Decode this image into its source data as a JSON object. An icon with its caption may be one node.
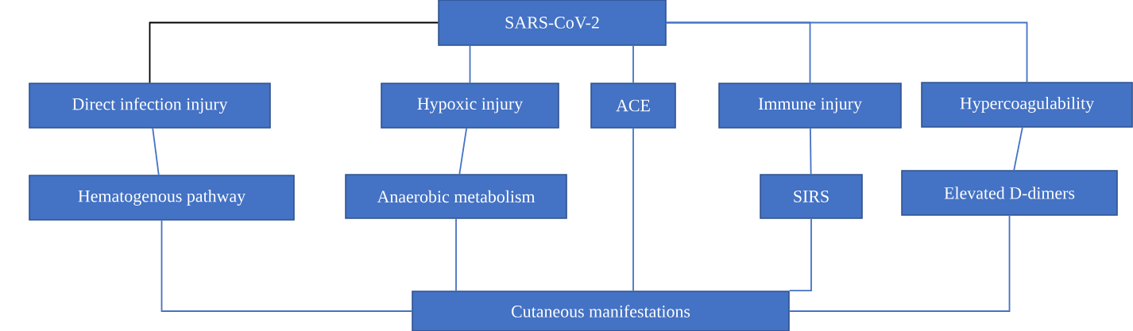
{
  "diagram": {
    "nodes": [
      {
        "text": [
          "SARS-CoV-2"
        ]
      },
      {
        "text": [
          "Direct infection injury"
        ]
      },
      {
        "text": [
          "Hypoxic injury"
        ]
      },
      {
        "text": [
          "ACE"
        ]
      },
      {
        "text": [
          "Immune injury"
        ]
      },
      {
        "text": [
          "Hypercoagulability"
        ]
      },
      {
        "text": [
          "Hematogenous pathway"
        ]
      },
      {
        "text": [
          "Anaerobic metabolism"
        ]
      },
      {
        "text": [
          "SIRS"
        ]
      },
      {
        "text": [
          "Elevated D-dimers"
        ]
      },
      {
        "text": [
          "Cutaneous manifestations"
        ]
      }
    ],
    "edges": [
      {
        "from": 0,
        "to": 1,
        "arrow": "none",
        "color": "#000000"
      },
      {
        "from": 0,
        "to": 2,
        "arrow": "none"
      },
      {
        "from": 0,
        "to": 3,
        "arrow": "none"
      },
      {
        "from": 0,
        "to": 4,
        "arrow": "none"
      },
      {
        "from": 0,
        "to": 5,
        "arrow": "none"
      },
      {
        "from": 1,
        "to": 6,
        "arrow": "none"
      },
      {
        "from": 2,
        "to": 7,
        "arrow": "none"
      },
      {
        "from": 4,
        "to": 8,
        "arrow": "none"
      },
      {
        "from": 5,
        "to": 9,
        "arrow": "none"
      },
      {
        "from": 6,
        "to": 10,
        "arrow": "none"
      },
      {
        "from": 7,
        "to": 10,
        "arrow": "none"
      },
      {
        "from": 3,
        "to": 10,
        "arrow": "none"
      },
      {
        "from": 8,
        "to": 10,
        "arrow": "none"
      },
      {
        "from": 9,
        "to": 10,
        "arrow": "none"
      }
    ]
  }
}
